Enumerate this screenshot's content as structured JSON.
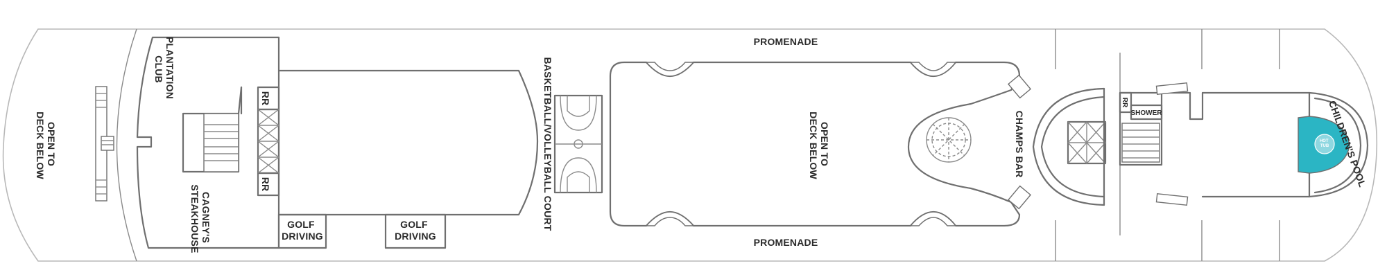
{
  "labels": {
    "open_to_deck_below_fwd": "OPEN TO DECK BELOW",
    "plantation_club": "PLANTATION CLUB",
    "cagneys_steakhouse": "CAGNEY'S STEAKHOUSE",
    "rr": "RR",
    "golf_driving": "GOLF DRIVING",
    "basketball_volleyball_court": "BASKETBALL/VOLLEYBALL COURT",
    "promenade": "PROMENADE",
    "open_to_deck_below_mid": "OPEN TO DECK BELOW",
    "champs_bar": "CHAMPS BAR",
    "shower": "SHOWER",
    "hot_tub": "HOT TUB",
    "childrens_pool": "CHILDREN'S POOL"
  },
  "colors": {
    "wall": "#6f6f6f",
    "hull": "#b8b8b8",
    "pool": "#2bb5c4",
    "label": "#2b2b2b"
  }
}
